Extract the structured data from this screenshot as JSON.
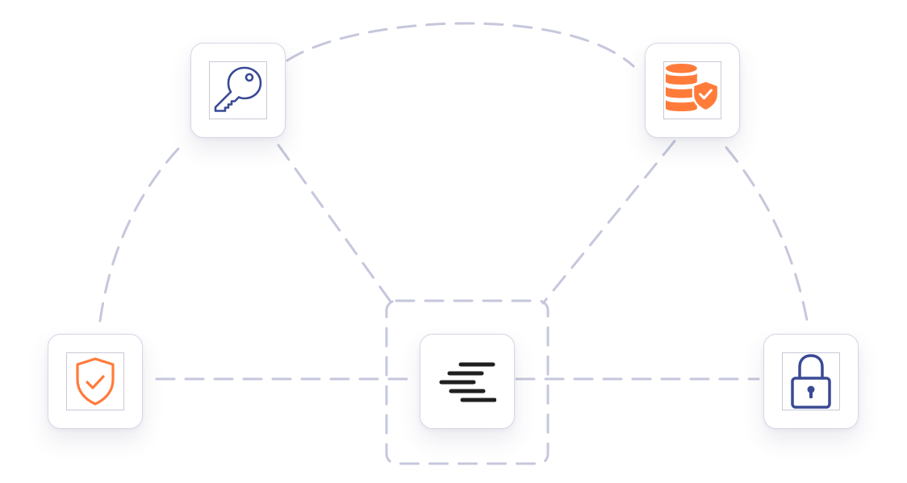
{
  "diagram": {
    "type": "hub-and-spoke",
    "colors": {
      "connector": "#c5c7dc",
      "navy_icon": "#3a4a94",
      "orange_icon": "#ff7b3a",
      "hub_mark": "#1f1f1f",
      "card_border": "#d6d6e6"
    },
    "nodes": [
      {
        "id": "key",
        "icon": "key-icon",
        "color": "navy"
      },
      {
        "id": "database",
        "icon": "database-shield-icon",
        "color": "orange"
      },
      {
        "id": "shield",
        "icon": "shield-check-icon",
        "color": "orange"
      },
      {
        "id": "hub",
        "icon": "logo-lines-icon",
        "color": "dark"
      },
      {
        "id": "lock",
        "icon": "padlock-icon",
        "color": "navy"
      }
    ],
    "connections": [
      {
        "from": "shield",
        "to": "key",
        "style": "dashed-arc"
      },
      {
        "from": "key",
        "to": "database",
        "style": "dashed-arc"
      },
      {
        "from": "database",
        "to": "lock",
        "style": "dashed-arc"
      },
      {
        "from": "key",
        "to": "hub",
        "style": "dashed-line"
      },
      {
        "from": "database",
        "to": "hub",
        "style": "dashed-line"
      },
      {
        "from": "shield",
        "to": "hub",
        "style": "dashed-line"
      },
      {
        "from": "hub",
        "to": "lock",
        "style": "dashed-line"
      }
    ]
  }
}
